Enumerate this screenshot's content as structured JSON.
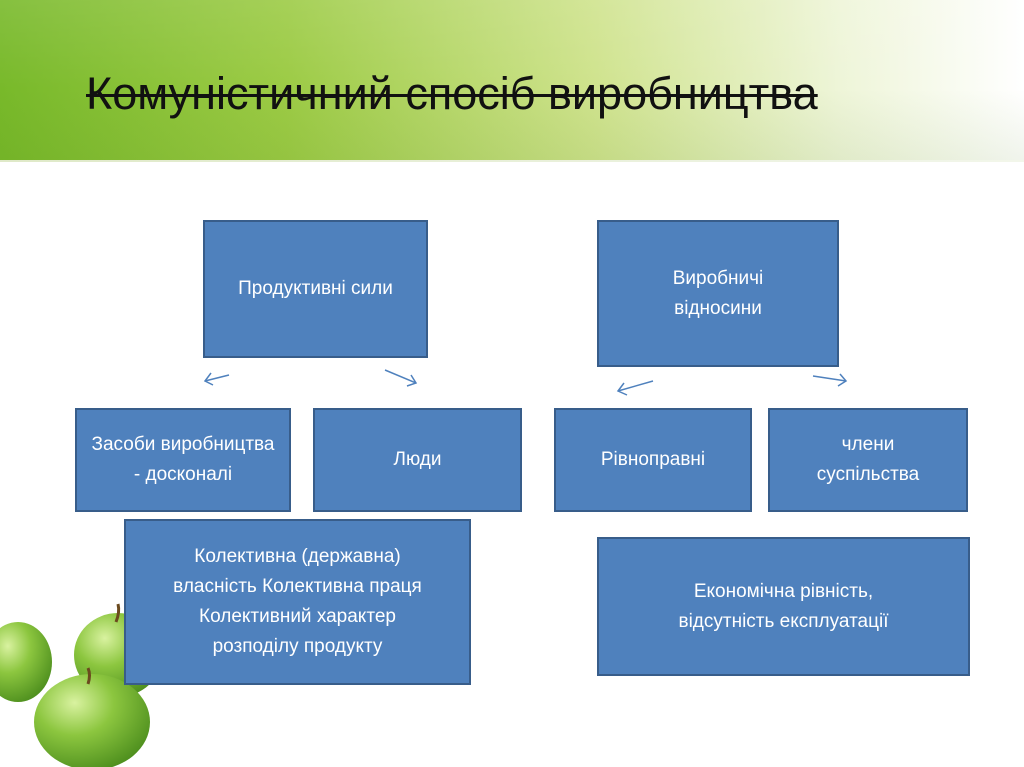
{
  "slide": {
    "title": "Комуністичний спосіб виробництва"
  },
  "diagram": {
    "productive_forces": "Продуктивні сили",
    "production_relations": "Виробничі відносини",
    "means_of_production": "Засоби виробництва - досконалі",
    "people": "Люди",
    "equal": "Рівноправні",
    "society_members": "члени суспільства",
    "collective_box": "Колективна (державна) власність Колективна праця Колективний характер розподілу продукту",
    "economic_box": "Економічна рівність, відсутність експлуатації"
  },
  "colors": {
    "box_fill": "#4f81bd",
    "box_border": "#385d8a",
    "box_text": "#ffffff",
    "arrow": "#4f81bd",
    "header_green": "#8dc63f"
  }
}
